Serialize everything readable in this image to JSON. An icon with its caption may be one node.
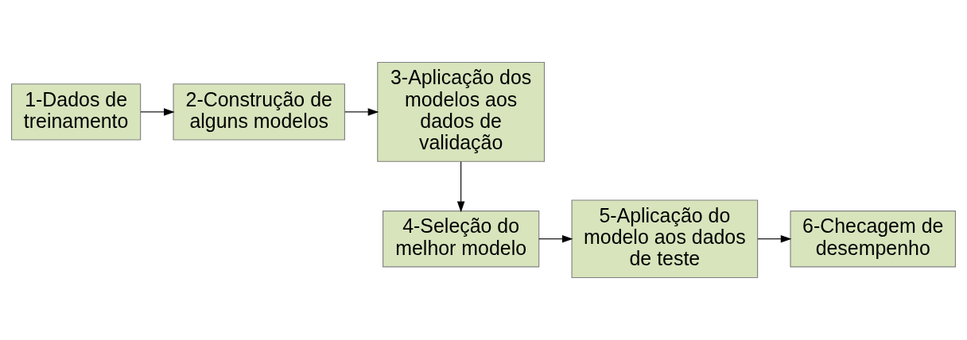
{
  "diagram": {
    "nodes": [
      {
        "text": [
          "1-Dados de treinamento"
        ]
      },
      {
        "text": [
          "2-Construção de alguns modelos"
        ]
      },
      {
        "text": [
          "3-Aplicação dos modelos aos dados de validação"
        ]
      },
      {
        "text": [
          "4-Seleção do melhor modelo"
        ]
      },
      {
        "text": [
          "5-Aplicação do modelo aos dados de teste"
        ]
      },
      {
        "text": [
          "6-Checagem de desempenho"
        ]
      }
    ],
    "edges": [
      {
        "from": 0,
        "to": 1,
        "arrow": "to"
      },
      {
        "from": 1,
        "to": 2,
        "arrow": "to"
      },
      {
        "from": 2,
        "to": 3,
        "arrow": "to"
      },
      {
        "from": 3,
        "to": 4,
        "arrow": "to"
      },
      {
        "from": 4,
        "to": 5,
        "arrow": "to"
      }
    ]
  }
}
